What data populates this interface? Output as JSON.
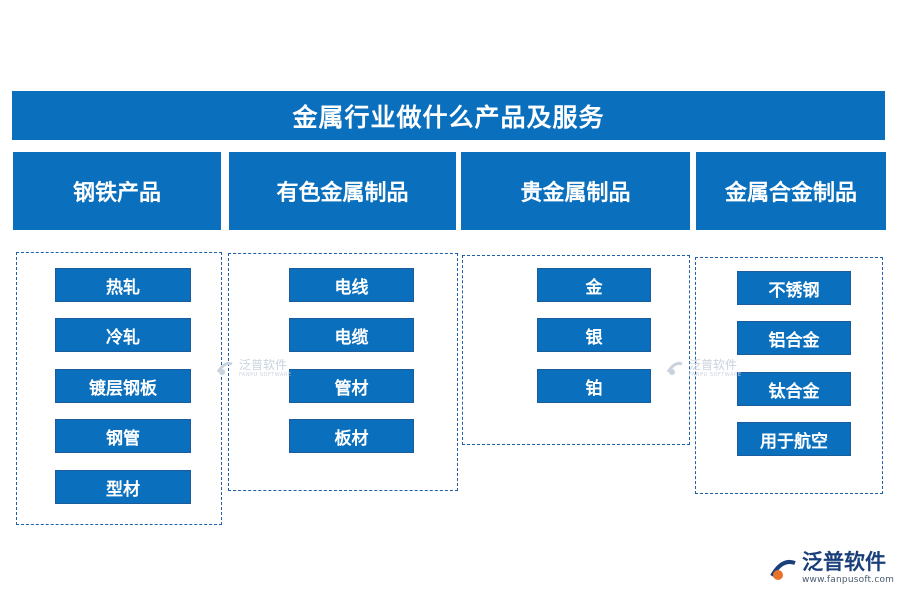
{
  "title": "金属行业做什么产品及服务",
  "categories": [
    {
      "label": "钢铁产品",
      "items": [
        "热轧",
        "冷轧",
        "镀层钢板",
        "钢管",
        "型材"
      ]
    },
    {
      "label": "有色金属制品",
      "items": [
        "电线",
        "电缆",
        "管材",
        "板材"
      ]
    },
    {
      "label": "贵金属制品",
      "items": [
        "金",
        "银",
        "铂"
      ]
    },
    {
      "label": "金属合金制品",
      "items": [
        "不锈钢",
        "铝合金",
        "钛合金",
        "用于航空"
      ]
    }
  ],
  "watermark": {
    "name": "泛普软件",
    "sub": "FANPU SOFTWARE"
  },
  "brand": {
    "name": "泛普软件",
    "url": "www.fanpusoft.com"
  },
  "colors": {
    "primary": "#0a6fbd",
    "border": "#1f5fa8",
    "brand": "#1a3f7a",
    "brand_accent": "#e8732a"
  }
}
